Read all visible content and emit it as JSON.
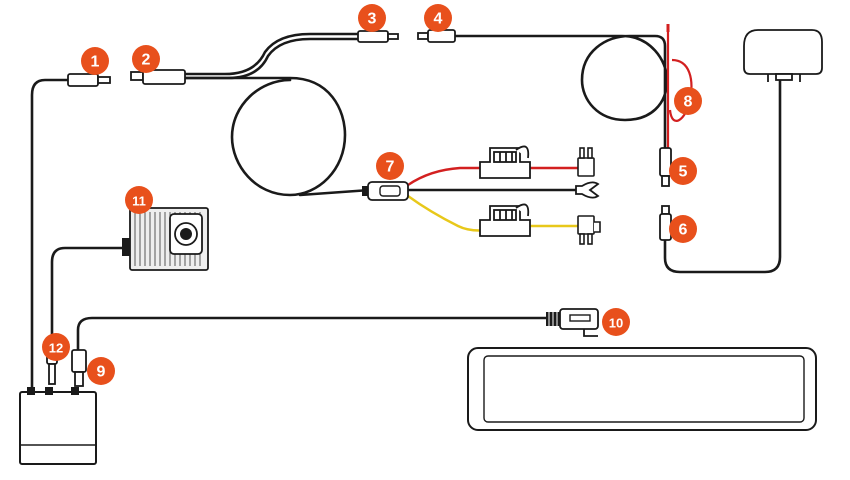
{
  "colors": {
    "badge": "#e8501c",
    "cable": "#1a1a1a",
    "red_wire": "#d32020",
    "yellow_wire": "#e8c81a",
    "component_fill": "#ffffff",
    "component_stroke": "#1a1a1a",
    "module_fill": "#eeeeee"
  },
  "callouts": [
    {
      "id": "1",
      "label": "1"
    },
    {
      "id": "2",
      "label": "2"
    },
    {
      "id": "3",
      "label": "3"
    },
    {
      "id": "4",
      "label": "4"
    },
    {
      "id": "5",
      "label": "5"
    },
    {
      "id": "6",
      "label": "6"
    },
    {
      "id": "7",
      "label": "7"
    },
    {
      "id": "8",
      "label": "8"
    },
    {
      "id": "9",
      "label": "9"
    },
    {
      "id": "10",
      "label": "10"
    },
    {
      "id": "11",
      "label": "11"
    },
    {
      "id": "12",
      "label": "12"
    }
  ],
  "components": {
    "control_box": "control-box",
    "rear_camera": "rear-camera",
    "mirror_monitor": "mirror-monitor",
    "gps_module": "gps-module",
    "fuse_tap_red": "fuse-tap",
    "fuse_tap_yellow": "fuse-tap",
    "ground_ring": "ground-fork"
  }
}
